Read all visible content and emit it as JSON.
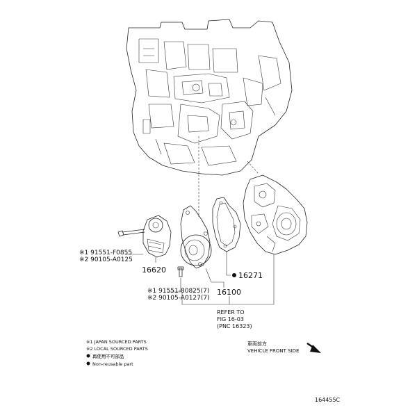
{
  "parts": {
    "tensioner": {
      "number": "16620",
      "bolt_jp": "※1 91551-F0855",
      "bolt_local": "※2 90105-A0125"
    },
    "water_pump": {
      "number": "16100",
      "bolts_jp": "※1 91551-80825(7)",
      "bolts_local": "※2 90105-A0127(7)"
    },
    "gasket": {
      "number": "16271",
      "non_reusable": true
    }
  },
  "reference": {
    "line1": "REFER TO",
    "line2": "FIG 16-03",
    "line3": "(PNC 16323)"
  },
  "legend": {
    "item1": "※1 JAPAN SOURCED PARTS",
    "item2": "※2 LOCAL SOURCED PARTS",
    "item3": "再使用不可部品",
    "item4": "Non-reusable part"
  },
  "direction": {
    "label_jp": "車両前方",
    "label_en": "VEHICLE FRONT SIDE"
  },
  "figure_id": "164455C"
}
